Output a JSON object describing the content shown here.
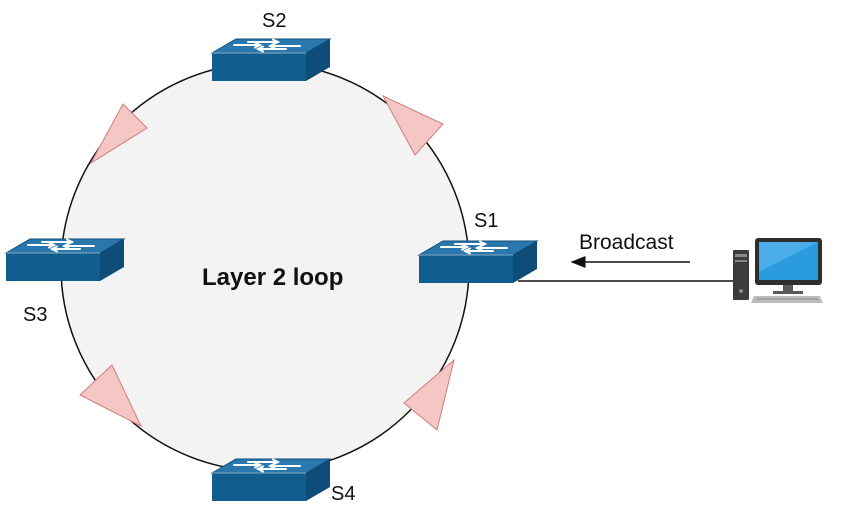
{
  "title": "Layer 2 loop",
  "broadcast_label": "Broadcast",
  "switches": [
    {
      "id": "S1",
      "label": "S1"
    },
    {
      "id": "S2",
      "label": "S2"
    },
    {
      "id": "S3",
      "label": "S3"
    },
    {
      "id": "S4",
      "label": "S4"
    }
  ],
  "colors": {
    "loop_fill": "#f3f3f3",
    "switch_top": "#2a77ad",
    "switch_front": "#115d8e",
    "switch_side": "#0d4d78",
    "triangle_fill": "#f4c6c4",
    "triangle_stroke": "#cf7f7d",
    "pc_screen": "#2b9be0",
    "pc_body": "#3c3c3c"
  },
  "icons": [
    "switch-icon",
    "desktop-computer-icon",
    "direction-triangle-icon"
  ]
}
